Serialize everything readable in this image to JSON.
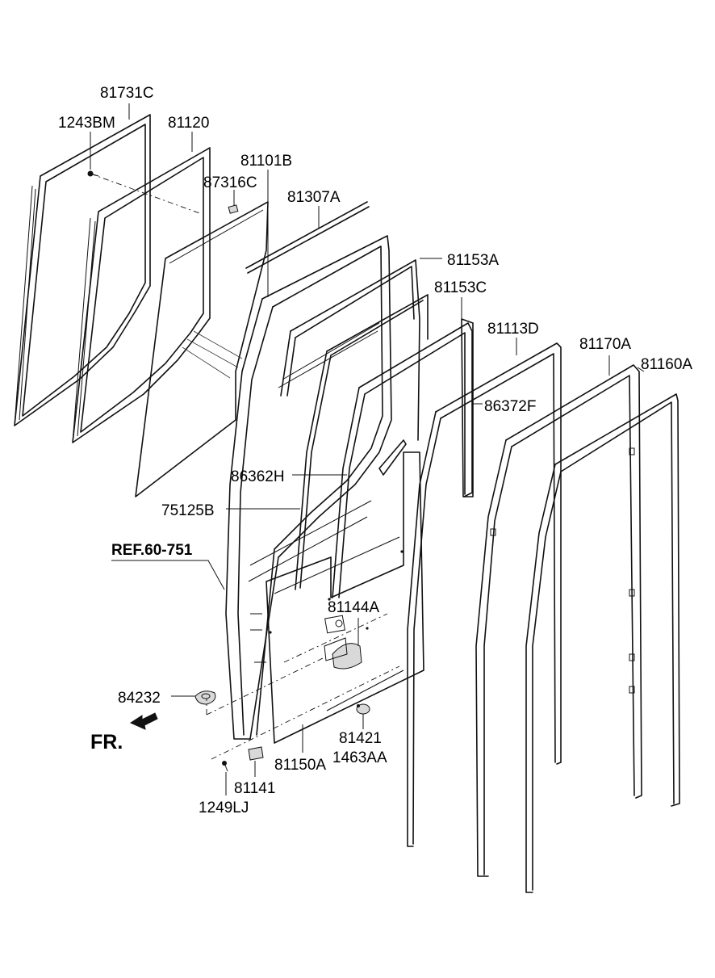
{
  "labels": {
    "p81731C": "81731C",
    "p1243BM": "1243BM",
    "p81120": "81120",
    "p81101B": "81101B",
    "p87316C": "87316C",
    "p81307A": "81307A",
    "p81153A": "81153A",
    "p81153C": "81153C",
    "p81113D": "81113D",
    "p81170A": "81170A",
    "p81160A": "81160A",
    "p86372F": "86372F",
    "p86362H": "86362H",
    "p75125B": "75125B",
    "ref": "REF.60-751",
    "p81144A": "81144A",
    "p84232": "84232",
    "p81421": "81421",
    "p1463AA": "1463AA",
    "p81150A": "81150A",
    "p81141": "81141",
    "p1249LJ": "1249LJ",
    "fr": "FR."
  }
}
